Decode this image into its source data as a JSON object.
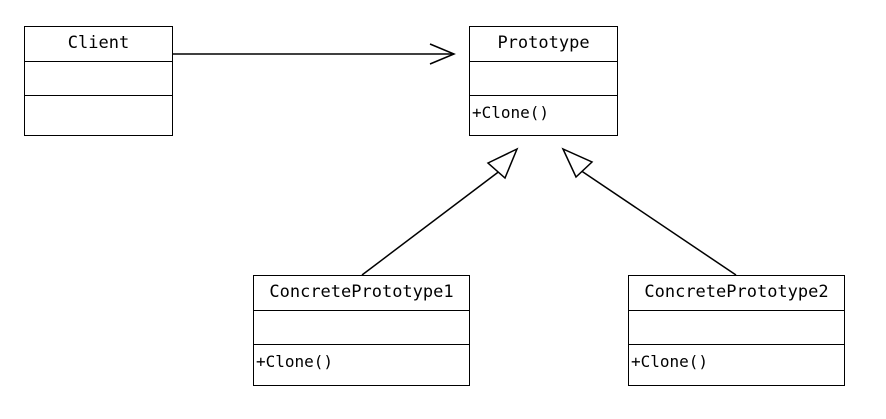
{
  "classes": {
    "client": {
      "name": "Client",
      "attributes": "",
      "operations": ""
    },
    "prototype": {
      "name": "Prototype",
      "attributes": "",
      "operations": "+Clone()"
    },
    "concrete1": {
      "name": "ConcretePrototype1",
      "attributes": "",
      "operations": "+Clone()"
    },
    "concrete2": {
      "name": "ConcretePrototype2",
      "attributes": "",
      "operations": "+Clone()"
    }
  },
  "relations": [
    {
      "from": "client",
      "to": "prototype",
      "kind": "association"
    },
    {
      "from": "concrete1",
      "to": "prototype",
      "kind": "generalization"
    },
    {
      "from": "concrete2",
      "to": "prototype",
      "kind": "generalization"
    }
  ],
  "colors": {
    "line": "#000000",
    "background": "#ffffff"
  }
}
